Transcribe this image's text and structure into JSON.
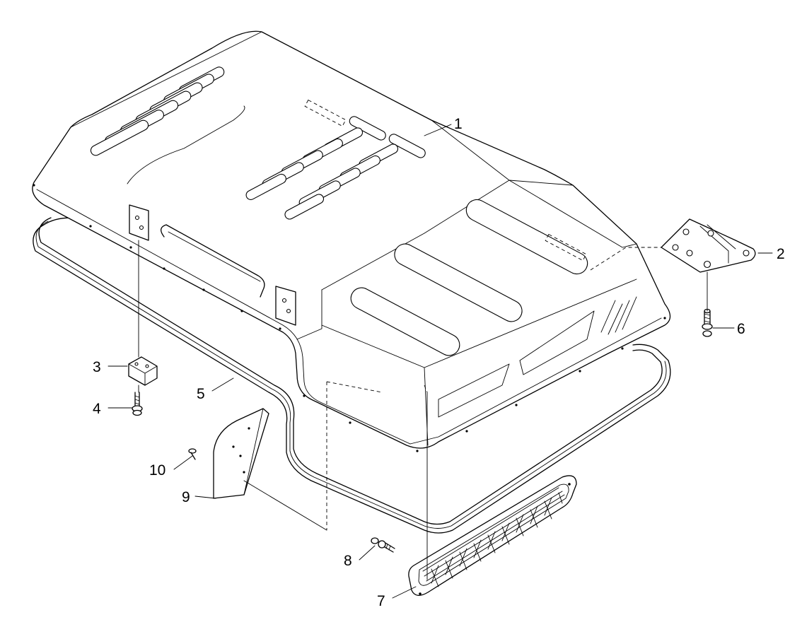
{
  "diagram": {
    "callouts": [
      {
        "id": "hood",
        "label": "1"
      },
      {
        "id": "hinge",
        "label": "2"
      },
      {
        "id": "block",
        "label": "3"
      },
      {
        "id": "bolt-block",
        "label": "4"
      },
      {
        "id": "seal",
        "label": "5"
      },
      {
        "id": "bolt-hinge",
        "label": "6"
      },
      {
        "id": "grille",
        "label": "7"
      },
      {
        "id": "bolt-grille",
        "label": "8"
      },
      {
        "id": "plate",
        "label": "9"
      },
      {
        "id": "screw-plate",
        "label": "10"
      }
    ]
  }
}
